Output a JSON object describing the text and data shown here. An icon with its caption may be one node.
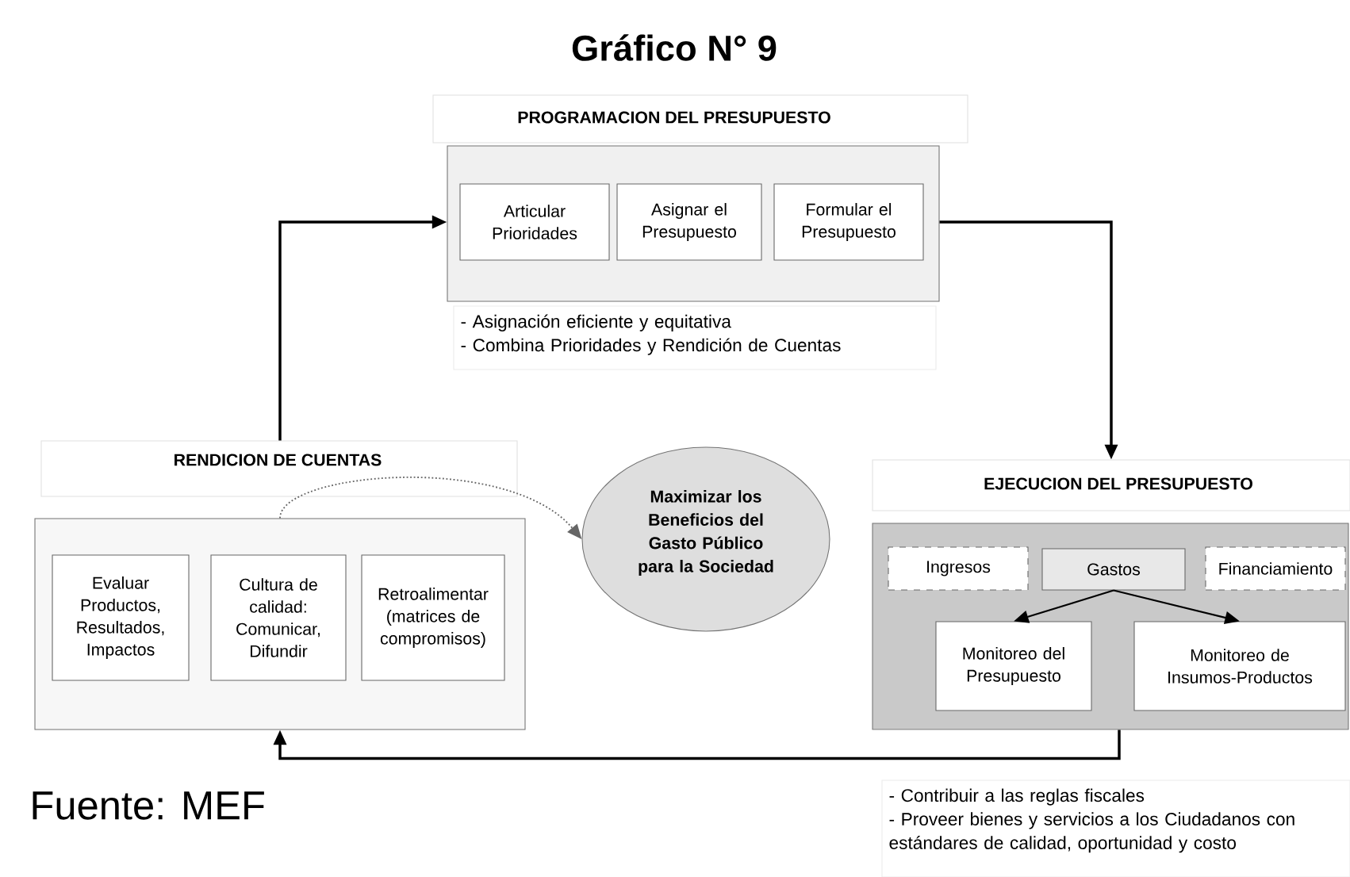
{
  "diagram": {
    "title": "Gráfico N° 9",
    "caption": "Fuente: MEF",
    "nodes": [
      {
        "text": [
          "PROGRAMACION DEL PRESUPUESTO"
        ],
        "beside": [
          "- Asignación eficiente y equitativa",
          "- Combina Prioridades y Rendición de Cuentas"
        ]
      },
      {
        "text": [
          "Articular Prioridades"
        ],
        "in": 0
      },
      {
        "text": [
          "Asignar el Presupuesto"
        ],
        "in": 0
      },
      {
        "text": [
          "Formular el Presupuesto"
        ],
        "in": 0
      },
      {
        "text": [
          "RENDICION DE CUENTAS"
        ]
      },
      {
        "text": [
          "Evaluar Productos, Resultados, Impactos"
        ],
        "in": 4
      },
      {
        "text": [
          "Cultura de calidad: Comunicar, Difundir"
        ],
        "in": 4
      },
      {
        "text": [
          "Retroalimentar (matrices de compromisos)"
        ],
        "in": 4
      },
      {
        "text": [
          "Maximizar los Beneficios del Gasto Público para la Sociedad"
        ]
      },
      {
        "text": [
          "EJECUCION DEL PRESUPUESTO"
        ],
        "beside": [
          "- Contribuir a las reglas fiscales",
          "- Proveer bienes y servicios a los Ciudadanos con estándares de calidad, oportunidad y costo"
        ]
      },
      {
        "text": [
          "Ingresos"
        ],
        "in": 9
      },
      {
        "text": [
          "Gastos"
        ],
        "in": 9
      },
      {
        "text": [
          "Financiamiento"
        ],
        "in": 9
      },
      {
        "text": [
          "Monitoreo del Presupuesto"
        ],
        "in": 9
      },
      {
        "text": [
          "Monitoreo de Insumos-Productos"
        ],
        "in": 9
      }
    ],
    "edges": [
      {
        "from": 4,
        "to": 0,
        "arrow": "to"
      },
      {
        "from": 0,
        "to": 9,
        "arrow": "to"
      },
      {
        "from": 9,
        "to": 4,
        "arrow": "to"
      },
      {
        "from": 4,
        "to": 8,
        "arrow": "to",
        "style": "dashed",
        "color": "#666666"
      },
      {
        "from": 11,
        "to": 13,
        "arrow": "to"
      },
      {
        "from": 11,
        "to": 14,
        "arrow": "to"
      }
    ]
  }
}
